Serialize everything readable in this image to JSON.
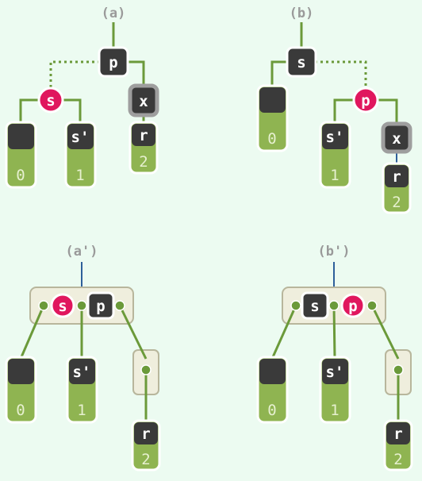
{
  "colors": {
    "background": "#ecfbf1",
    "edge": "#6b9a3a",
    "node_dark": "#3a3a3a",
    "node_pink": "#e0175e",
    "value_green": "#8fb451",
    "value_text": "#e6f0cf",
    "box_fill": "#efeedd",
    "box_border": "#b8b69c",
    "root_edge": "#2e5f9a",
    "caption": "#9a9a9a"
  },
  "diagrams": {
    "a": {
      "caption": "(a)",
      "root": "p",
      "left": "s",
      "right": "x",
      "leaf1": "",
      "leaf2": "s'",
      "leaf3": "r",
      "v1": "0",
      "v2": "1",
      "v3": "2"
    },
    "b": {
      "caption": "(b)",
      "root": "s",
      "right": "p",
      "child_x": "x",
      "leaf1": "",
      "leaf2": "s'",
      "leaf3": "r",
      "v1": "0",
      "v2": "1",
      "v3": "2"
    },
    "a2": {
      "caption": "(a')",
      "key1": "s",
      "key2": "p",
      "leaf1": "",
      "leaf2": "s'",
      "leaf3": "r",
      "v1": "0",
      "v2": "1",
      "v3": "2"
    },
    "b2": {
      "caption": "(b')",
      "key1": "s",
      "key2": "p",
      "leaf1": "",
      "leaf2": "s'",
      "leaf3": "r",
      "v1": "0",
      "v2": "1",
      "v3": "2"
    }
  }
}
